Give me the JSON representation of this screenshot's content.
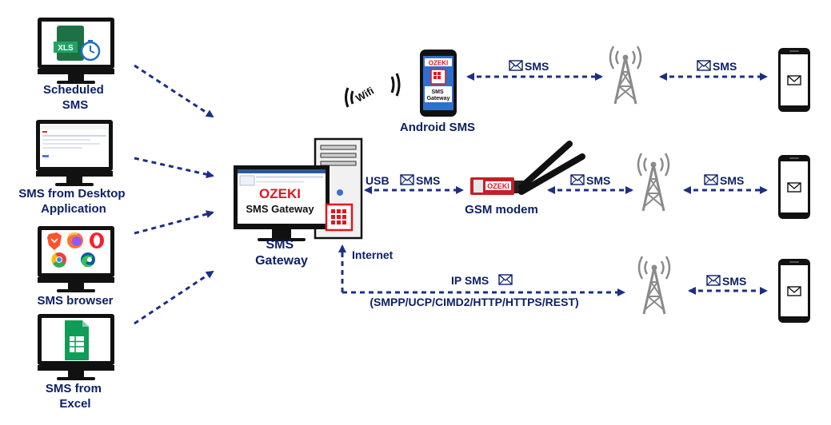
{
  "sources": [
    {
      "label_lines": [
        "Scheduled",
        "SMS"
      ],
      "icon": "xls-clock-icon",
      "badge": "XLS"
    },
    {
      "label_lines": [
        "SMS from Desktop",
        "Application"
      ],
      "icon": "desktop-app-window-icon"
    },
    {
      "label_lines": [
        "SMS browser"
      ],
      "icon": "browser-icons"
    },
    {
      "label_lines": [
        "SMS from",
        "Excel"
      ],
      "icon": "google-sheets-icon"
    }
  ],
  "gateway": {
    "label_lines": [
      "SMS",
      "Gateway"
    ],
    "screen_brand": "OZEKI",
    "screen_title": "SMS Gateway"
  },
  "android": {
    "label": "Android SMS",
    "wifi": "Wifi",
    "phone_brand": "OZEKI",
    "phone_text_lines": [
      "SMS",
      "Gateway"
    ]
  },
  "gsm": {
    "label": "GSM modem",
    "brand": "OZEKI"
  },
  "connections": {
    "usb": "USB",
    "internet": "Internet",
    "sms": "SMS",
    "ip_sms": "IP SMS",
    "protocols": "(SMPP/UCP/CIMD2/HTTP/HTTPS/REST)"
  },
  "colors": {
    "arrow": "#1c2f86",
    "label": "#0b1f66",
    "ozeki_red": "#e3161e"
  }
}
